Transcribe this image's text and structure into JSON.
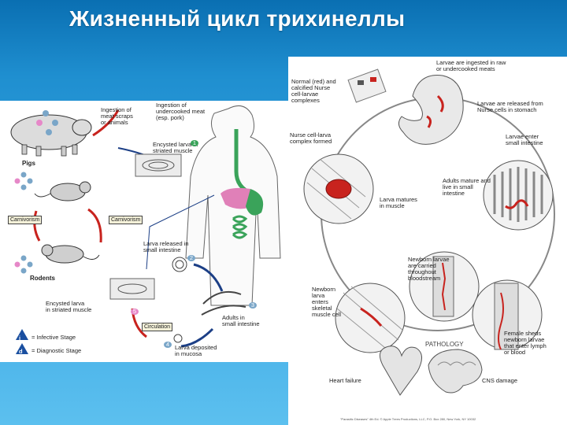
{
  "title": "Жизненный цикл трихинеллы",
  "left": {
    "ingestion_scraps": "Ingestion of\nmeat scraps\nor animals",
    "ingestion_undercooked": "Ingestion of\nundercooked meat\n(esp. pork)",
    "encysted_top": "Encysted larva in\nstriated muscle",
    "pigs": "Pigs",
    "carnivorism_left": "Carnivorism",
    "carnivorism_right": "Carnivorism",
    "rodents": "Rodents",
    "larva_released": "Larva released in\nsmall intestine",
    "encysted_bottom": "Encysted larva\nin striated muscle",
    "circulation": "Circulation",
    "adults": "Adults in\nsmall intestine",
    "larva_deposited": "Larva deposited\nin mucosa",
    "legend_infective": "= Infective Stage",
    "legend_diagnostic": "= Diagnostic Stage",
    "stage_1": "1",
    "stage_2": "2",
    "stage_3": "3",
    "stage_4": "4",
    "stage_5": "5",
    "marker_i": "i",
    "marker_d": "d"
  },
  "right": {
    "ingested": "Larvae are ingested in raw\nor undercooked meats",
    "normal": "Normal (red) and\ncalcified Nurse\ncell-larvae\ncomplexes",
    "released_stomach": "Larvae are released from\nNurse cells in stomach",
    "nurse_cell": "Nurse cell-larva\ncomplex formed",
    "enter_intestine": "Larvae enter\nsmall intestine",
    "adults_mature": "Adults mature and\nlive in small\nintestine",
    "matures_muscle": "Larva matures\nin muscle",
    "newborn_carried": "Newborn larvae\nare carried\nthroughout\nbloodstream",
    "newborn_enters": "Newborn\nlarva\nenters\nskeletal\nmuscle cell",
    "pathology": "PATHOLOGY",
    "female_sheds": "Female sheds\nnewborn larvae\nthat enter lymph\nor blood",
    "heart_failure": "Heart failure",
    "cns_damage": "CNS damage",
    "credit": "\"Parasitic Diseases\" 4th Ed. © Apple Trees Productions, LLC, P.O. Box 280, New York, NY 10032"
  },
  "colors": {
    "infective": "#1a4fa0",
    "arrow_red": "#c8231e",
    "arrow_blue": "#1c3f86",
    "intestine": "#3aa35a",
    "liver": "#e080b8"
  }
}
